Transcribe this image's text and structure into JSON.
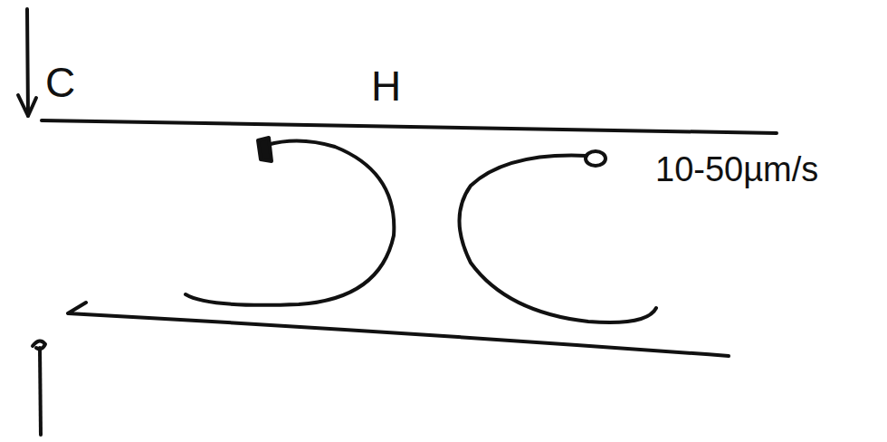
{
  "diagram": {
    "labels": [
      "C",
      "H",
      "10-50µm/s"
    ]
  }
}
